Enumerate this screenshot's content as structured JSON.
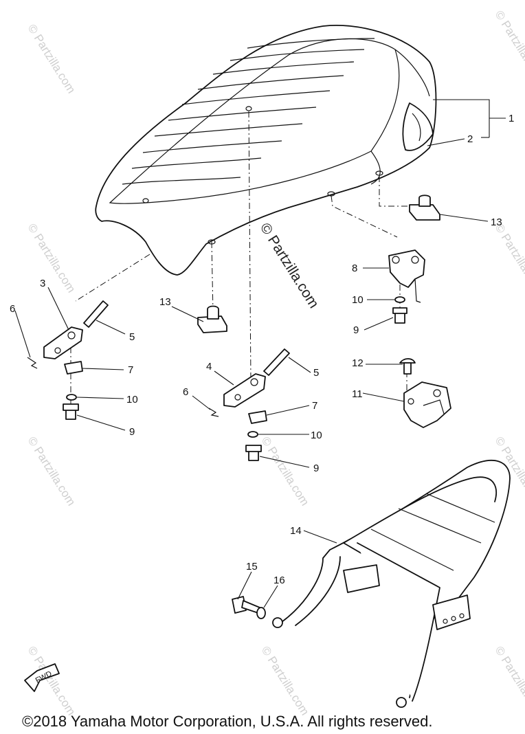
{
  "watermark": "© Partzilla.com",
  "copyright": "©2018  Yamaha Motor Corporation, U.S.A. All rights reserved.",
  "fwd_label": "FWD",
  "callouts": {
    "c1": "1",
    "c2": "2",
    "c3": "3",
    "c4": "4",
    "c5a": "5",
    "c5b": "5",
    "c6a": "6",
    "c6b": "6",
    "c7a": "7",
    "c7b": "7",
    "c8": "8",
    "c9a": "9",
    "c9b": "9",
    "c9c": "9",
    "c10a": "10",
    "c10b": "10",
    "c10c": "10",
    "c11": "11",
    "c12": "12",
    "c13a": "13",
    "c13b": "13",
    "c14": "14",
    "c15": "15",
    "c16": "16"
  }
}
